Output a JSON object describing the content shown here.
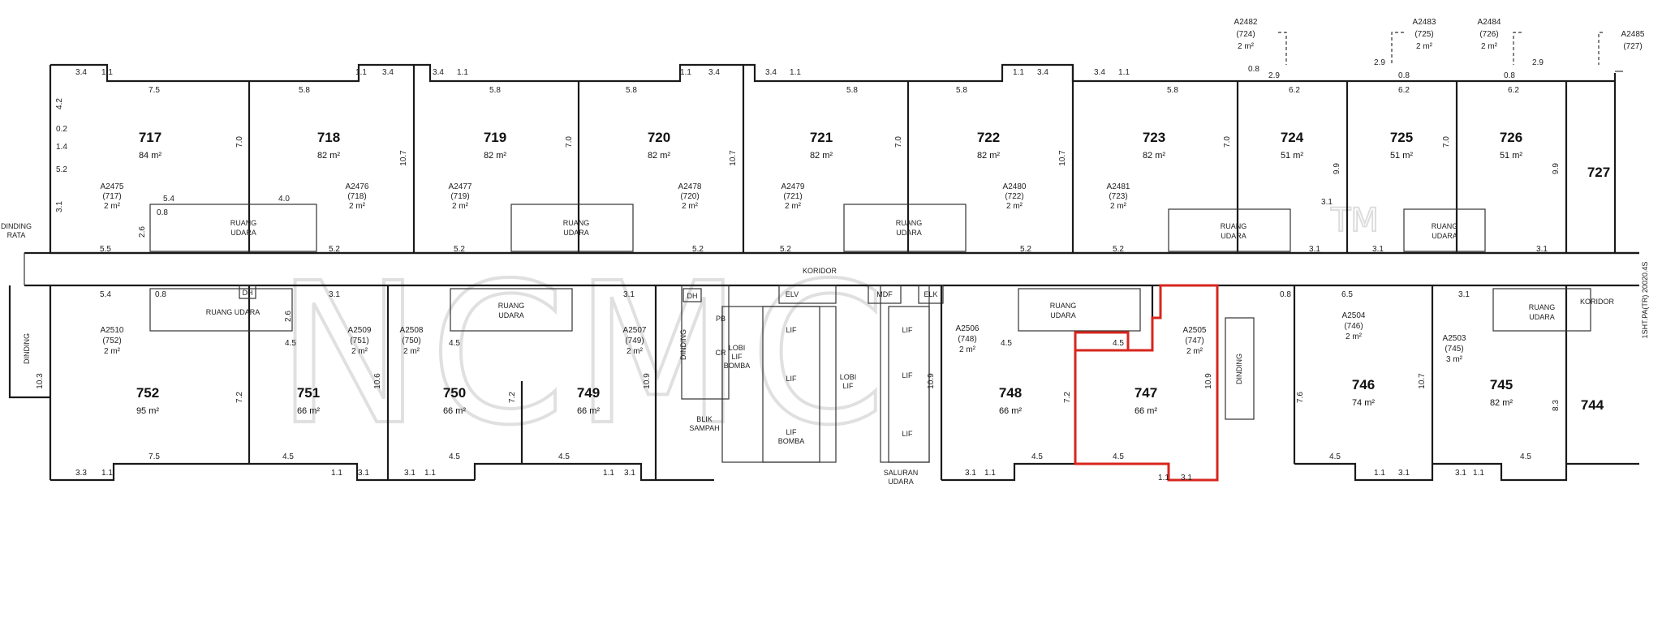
{
  "watermark": "NCMC",
  "watermark_tm": "TM",
  "corridor": {
    "label_main": "KORIDOR",
    "label_right": "KORIDOR"
  },
  "side_label_left": "DINDING\nRATA",
  "vertical_side_label": "1SHT.PA(TR) 20020.4S",
  "units_top": [
    {
      "no": "717",
      "area": "84 m²"
    },
    {
      "no": "718",
      "area": "82 m²"
    },
    {
      "no": "719",
      "area": "82 m²"
    },
    {
      "no": "720",
      "area": "82 m²"
    },
    {
      "no": "721",
      "area": "82 m²"
    },
    {
      "no": "722",
      "area": "82 m²"
    },
    {
      "no": "723",
      "area": "82 m²"
    },
    {
      "no": "724",
      "area": "51 m²"
    },
    {
      "no": "725",
      "area": "51 m²"
    },
    {
      "no": "726",
      "area": "51 m²"
    },
    {
      "no": "727",
      "area": ""
    }
  ],
  "units_bottom": [
    {
      "no": "752",
      "area": "95 m²"
    },
    {
      "no": "751",
      "area": "66 m²"
    },
    {
      "no": "750",
      "area": "66 m²"
    },
    {
      "no": "749",
      "area": "66 m²"
    },
    {
      "no": "748",
      "area": "66 m²"
    },
    {
      "no": "747",
      "area": "66 m²"
    },
    {
      "no": "746",
      "area": "74 m²"
    },
    {
      "no": "745",
      "area": "82 m²"
    },
    {
      "no": "744",
      "area": ""
    }
  ],
  "accessory_top": [
    {
      "code": "A2475",
      "unit": "(717)",
      "area": "2 m²"
    },
    {
      "code": "A2476",
      "unit": "(718)",
      "area": "2 m²"
    },
    {
      "code": "A2477",
      "unit": "(719)",
      "area": "2 m²"
    },
    {
      "code": "A2478",
      "unit": "(720)",
      "area": "2 m²"
    },
    {
      "code": "A2479",
      "unit": "(721)",
      "area": "2 m²"
    },
    {
      "code": "A2480",
      "unit": "(722)",
      "area": "2 m²"
    },
    {
      "code": "A2481",
      "unit": "(723)",
      "area": "2 m²"
    },
    {
      "code": "A2482",
      "unit": "(724)",
      "area": "2 m²"
    },
    {
      "code": "A2483",
      "unit": "(725)",
      "area": "2 m²"
    },
    {
      "code": "A2484",
      "unit": "(726)",
      "area": "2 m²"
    },
    {
      "code": "A2485",
      "unit": "(727)",
      "area": ""
    }
  ],
  "accessory_bottom": [
    {
      "code": "A2510",
      "unit": "(752)",
      "area": "2 m²"
    },
    {
      "code": "A2509",
      "unit": "(751)",
      "area": "2 m²"
    },
    {
      "code": "A2508",
      "unit": "(750)",
      "area": "2 m²"
    },
    {
      "code": "A2507",
      "unit": "(749)",
      "area": "2 m²"
    },
    {
      "code": "A2506",
      "unit": "(748)",
      "area": "2 m²"
    },
    {
      "code": "A2505",
      "unit": "(747)",
      "area": "2 m²"
    },
    {
      "code": "A2504",
      "unit": "(746)",
      "area": "2 m²"
    },
    {
      "code": "A2503",
      "unit": "(745)",
      "area": "3 m²"
    }
  ],
  "service_labels": {
    "ruang_udara": "RUANG\nUDARA",
    "ruang_udara_inline": "RUANG UDARA",
    "dinding": "DINDING",
    "elv": "ELV",
    "mdf": "MDF",
    "elk": "ELK",
    "dh": "DH",
    "lif": "LIF",
    "lobi_lif": "LOBI\nLIF",
    "lobi_lif_bomba": "LOBI\nLIF\nBOMBA",
    "lif_bomba": "LIF\nBOMBA",
    "blik_sampah": "BLIK\nSAMPAH",
    "saluran_udara": "SALURAN\nUDARA",
    "pb": "PB",
    "cr": "CR"
  },
  "dims_top": [
    "3.4",
    "1.1",
    "7.5",
    "5.8",
    "1.1",
    "3.4",
    "3.4",
    "1.1",
    "5.8",
    "5.8",
    "1.1",
    "3.4",
    "3.4",
    "1.1",
    "5.8",
    "5.8",
    "1.1",
    "3.4",
    "3.4",
    "1.1",
    "5.8",
    "6.2",
    "6.2",
    "6.2",
    "0.8",
    "2.9",
    "2.9",
    "0.8",
    "2.9",
    "0.8"
  ],
  "dims_side": [
    "4.2",
    "0.2",
    "1.4",
    "5.2",
    "3.1",
    "7.0",
    "10.7",
    "7.0",
    "10.7",
    "7.0",
    "10.7",
    "7.0",
    "9.9",
    "7.0",
    "9.9"
  ],
  "dims_corridor_top": [
    "5.4",
    "4.0",
    "2.6",
    "0.8",
    "5.5",
    "5.2",
    "5.2",
    "5.2",
    "5.2",
    "5.2",
    "5.2",
    "3.1",
    "3.1",
    "3.1",
    "3.1"
  ],
  "dims_corridor_bottom": [
    "5.4",
    "0.8",
    "3.1",
    "2.6",
    "4.5",
    "3.1",
    "0.8",
    "6.5",
    "3.1",
    "4.5",
    "4.5",
    "4.5"
  ],
  "dims_bottom": [
    "3.3",
    "1.1",
    "7.5",
    "4.5",
    "1.1",
    "3.1",
    "3.1",
    "1.1",
    "4.5",
    "4.5",
    "1.1",
    "3.1",
    "3.1",
    "1.1",
    "4.5",
    "4.5",
    "1.1",
    "3.1",
    "4.5",
    "1.1",
    "3.1",
    "3.1",
    "1.1",
    "4.5"
  ],
  "dims_bottom_side": [
    "10.3",
    "7.2",
    "10.6",
    "7.2",
    "10.9",
    "10.9",
    "7.2",
    "10.9",
    "7.6",
    "10.7",
    "8.3"
  ]
}
